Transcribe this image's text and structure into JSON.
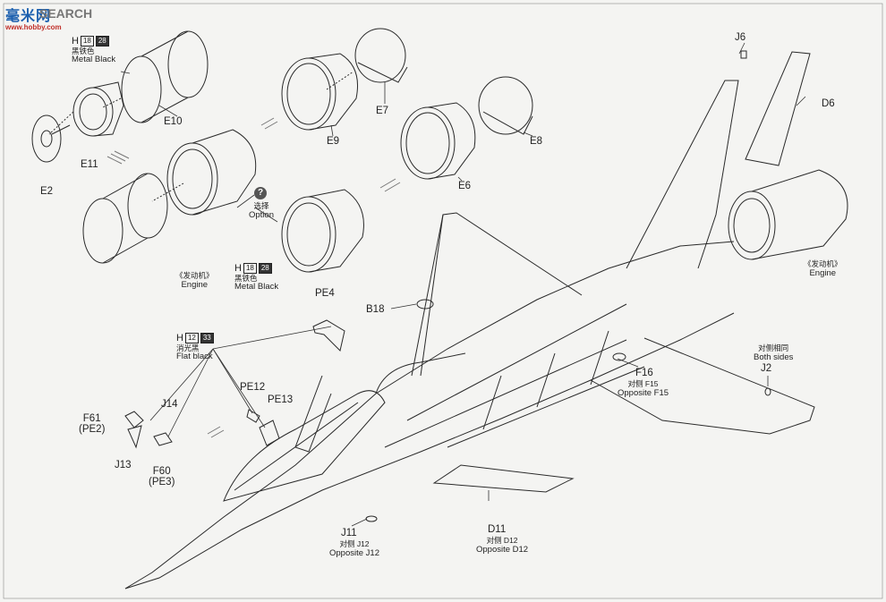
{
  "watermark": {
    "mark": "毫米网",
    "brand": "SEARCH",
    "site": "www.hobby.com"
  },
  "paint_callouts": [
    {
      "letter": "H",
      "num1": "18",
      "num2": "28",
      "cn": "黑铁色",
      "en": "Metal  Black"
    },
    {
      "letter": "H",
      "num1": "18",
      "num2": "28",
      "cn": "黑铁色",
      "en": "Metal  Black"
    },
    {
      "letter": "H",
      "num1": "12",
      "num2": "33",
      "cn": "消光黑",
      "en": "Flat black"
    }
  ],
  "parts": {
    "E10": "E10",
    "E11": "E11",
    "E2": "E2",
    "E9": "E9",
    "E7": "E7",
    "E8": "E8",
    "E6": "E6",
    "J6": "J6",
    "D6": "D6",
    "PE4": "PE4",
    "B18": "B18",
    "J2": "J2",
    "F16": "F16",
    "PE12": "PE12",
    "PE13": "PE13",
    "J14": "J14",
    "F61": "F61",
    "F61_sub": "(PE2)",
    "J13": "J13",
    "F60": "F60",
    "F60_sub": "(PE3)",
    "J11": "J11",
    "D11": "D11"
  },
  "option": {
    "cn": "选择",
    "en": "Option",
    "icon_glyph": "?"
  },
  "engine_left": {
    "cn": "《发动机》",
    "en": "Engine"
  },
  "engine_right": {
    "cn": "《发动机》",
    "en": "Engine"
  },
  "both_sides": {
    "cn": "对侧相同",
    "en": "Both sides"
  },
  "opposite_f15": {
    "cn": "对侧  F15",
    "en": "Opposite F15"
  },
  "opposite_j12": {
    "cn": "对侧 J12",
    "en": "Opposite  J12"
  },
  "opposite_d12": {
    "cn": "对侧 D12",
    "en": "Opposite D12"
  },
  "colors": {
    "line": "#2a2a2a",
    "paper": "#f4f4f2",
    "brand_blue": "#1b5fae",
    "brand_red": "#c0302a"
  }
}
